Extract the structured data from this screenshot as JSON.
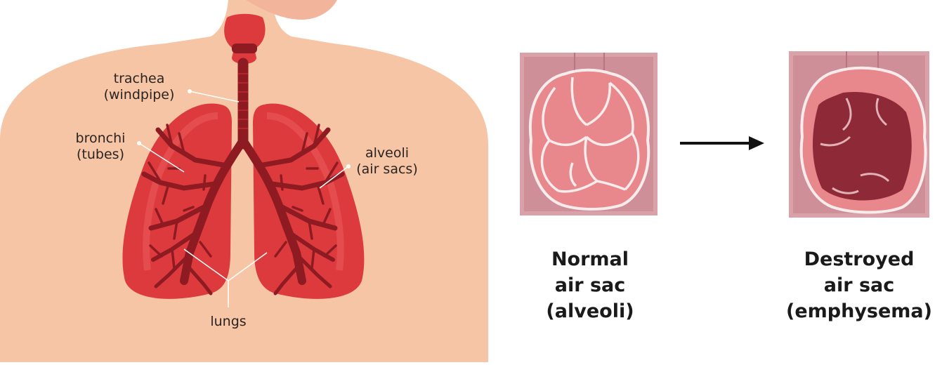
{
  "labels": {
    "trachea": {
      "line1": "trachea",
      "line2": "(windpipe)"
    },
    "bronchi": {
      "line1": "bronchi",
      "line2": "(tubes)"
    },
    "alveoli": {
      "line1": "alveoli",
      "line2": "(air sacs)"
    },
    "lungs": {
      "line1": "lungs"
    }
  },
  "captions": {
    "normal": {
      "line1": "Normal",
      "line2": "air sac",
      "line3": "(alveoli)"
    },
    "destroyed": {
      "line1": "Destroyed",
      "line2": "air sac",
      "line3": "(emphysema)"
    }
  },
  "colors": {
    "skin": "#f6c5a6",
    "lung": "#dd3a3d",
    "airway": "#8e1a22",
    "normal_sac": "#e8878c",
    "damaged_sac": "#8e2a38",
    "arrow": "#111111"
  }
}
